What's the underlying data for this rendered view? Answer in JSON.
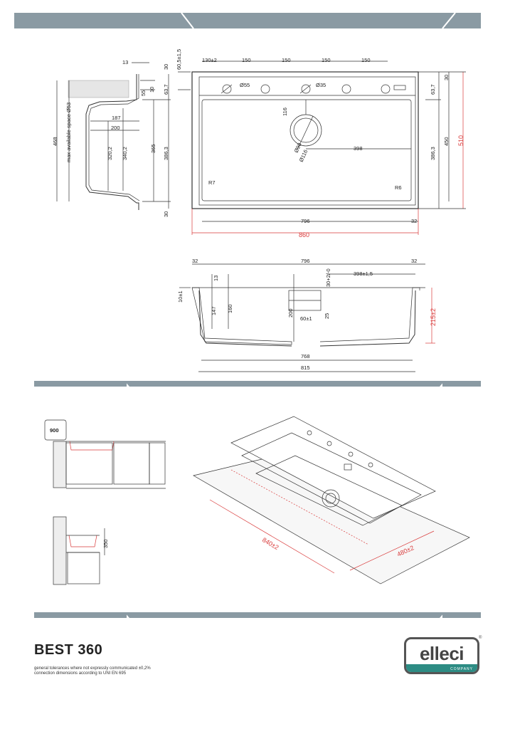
{
  "product": {
    "name": "BEST 360"
  },
  "notes": {
    "line1": "general tolerances where not expressly communicated ±0,2%",
    "line2": "connection dimensions according to UNI EN 695"
  },
  "logo": {
    "text": "elleci",
    "sub": "COMPANY",
    "reg": "®",
    "bar_color": "#2d8c84"
  },
  "colors": {
    "band": "#8a9aa3",
    "band_dark": "#76868f",
    "red_dim": "#d93a3a"
  },
  "side_view": {
    "labels": [
      "13",
      "30",
      "60,5±1,5",
      "55",
      "10",
      "63,7",
      "187",
      "200",
      "320,2",
      "340,2",
      "365",
      "386,3",
      "468",
      "30",
      "max available space Ø53"
    ]
  },
  "top_view": {
    "labels": [
      "130±2",
      "150",
      "150",
      "150",
      "150",
      "Ø55",
      "Ø35",
      "116",
      "Ø90",
      "Ø116",
      "398",
      "R7",
      "R6",
      "796",
      "32",
      "860",
      "30",
      "63,7",
      "386,3",
      "450",
      "510"
    ]
  },
  "front_view": {
    "labels": [
      "32",
      "796",
      "32",
      "398±1,5",
      "13",
      "30+2/-0",
      "10±1",
      "147",
      "160",
      "200",
      "60±1",
      "25",
      "215±2",
      "768",
      "815"
    ]
  },
  "install": {
    "cabinet_width": "900",
    "height": "350",
    "iso_len": "840±2",
    "iso_depth": "480±2"
  }
}
